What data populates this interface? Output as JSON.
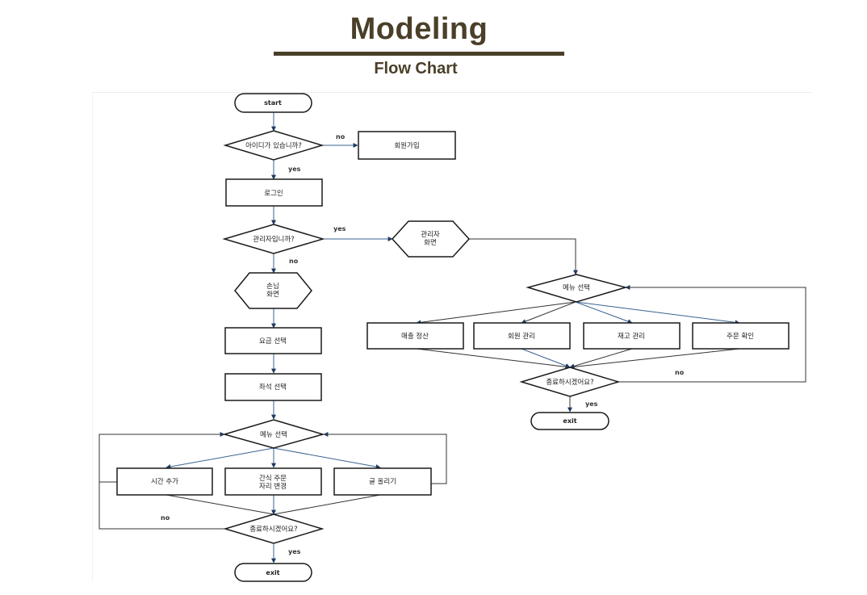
{
  "header": {
    "title": "Modeling",
    "subtitle": "Flow Chart"
  },
  "flowchart": {
    "nodes": {
      "start": "start",
      "has_id": "아이디가 있습니까?",
      "signup": "회원가입",
      "login": "로그인",
      "is_admin": "관리자입니까?",
      "admin_screen_1": "관리자",
      "admin_screen_2": "화면",
      "guest_screen_1": "손님",
      "guest_screen_2": "화면",
      "fee_select": "요금 선택",
      "seat_select": "좌석 선택",
      "guest_menu": "메뉴 선택",
      "add_time": "시간 추가",
      "snack_order_1": "간식 주문",
      "snack_order_2": "자리 변경",
      "post_message": "글 올리기",
      "guest_quit": "종료하시겠어요?",
      "guest_exit": "exit",
      "admin_menu": "메뉴 선택",
      "sales": "매출 정산",
      "member_mgmt": "회원 관리",
      "stock_mgmt": "재고 관리",
      "order_check": "주문 확인",
      "admin_quit": "종료하시겠어요?",
      "admin_exit": "exit"
    },
    "edge_labels": {
      "has_id_no": "no",
      "has_id_yes": "yes",
      "is_admin_yes": "yes",
      "is_admin_no": "no",
      "guest_quit_no": "no",
      "guest_quit_yes": "yes",
      "admin_quit_no": "no",
      "admin_quit_yes": "yes"
    }
  }
}
